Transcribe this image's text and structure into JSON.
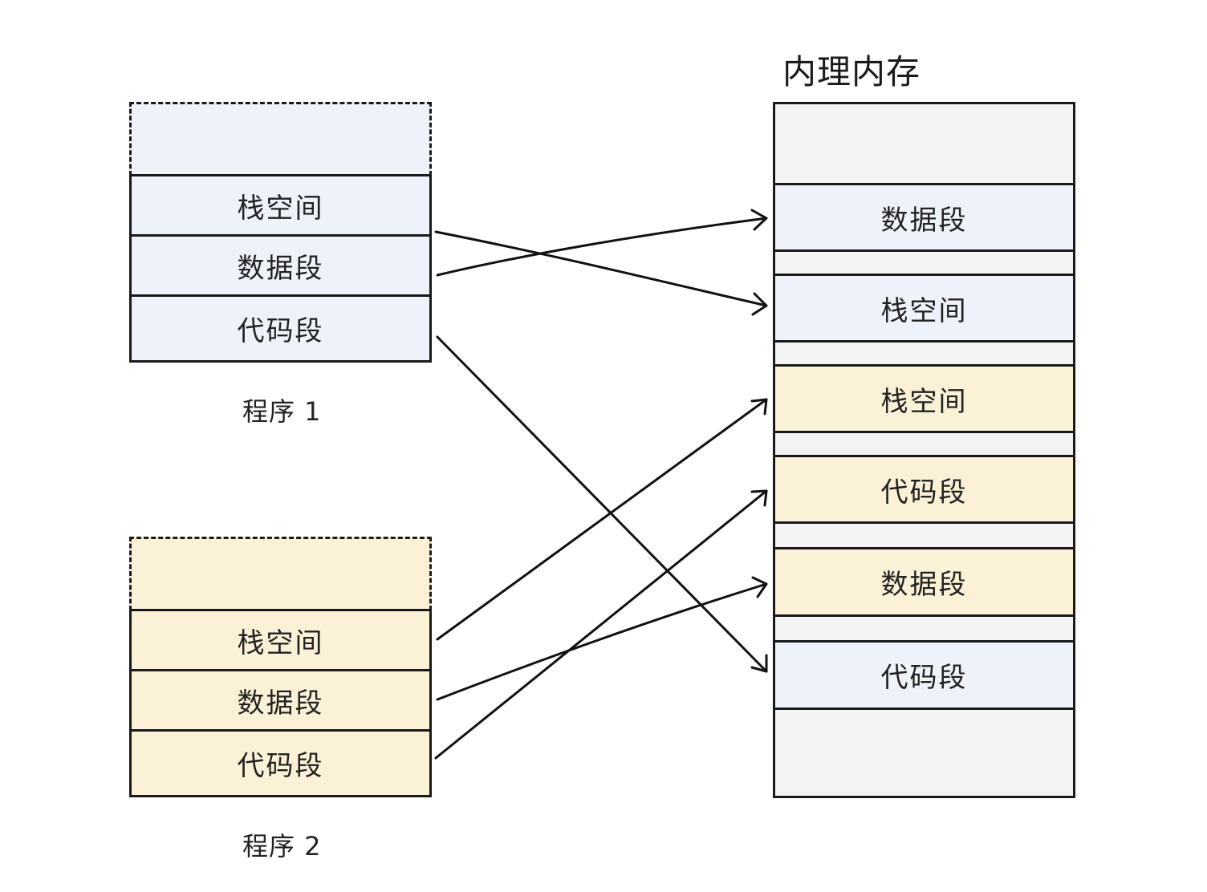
{
  "physical_memory": {
    "title": "内理内存",
    "slots": [
      {
        "label": "",
        "color": "#f3f3f3"
      },
      {
        "label": "数据段",
        "owner": "程序 1",
        "color": "#eef2fb"
      },
      {
        "label": "",
        "color": "#f3f3f3"
      },
      {
        "label": "栈空间",
        "owner": "程序 1",
        "color": "#eef2fb"
      },
      {
        "label": "",
        "color": "#f3f3f3"
      },
      {
        "label": "栈空间",
        "owner": "程序 2",
        "color": "#fbf1d6"
      },
      {
        "label": "",
        "color": "#f3f3f3"
      },
      {
        "label": "代码段",
        "owner": "程序 2",
        "color": "#fbf1d6"
      },
      {
        "label": "",
        "color": "#f3f3f3"
      },
      {
        "label": "数据段",
        "owner": "程序 2",
        "color": "#fbf1d6"
      },
      {
        "label": "",
        "color": "#f3f3f3"
      },
      {
        "label": "代码段",
        "owner": "程序 1",
        "color": "#eef2fb"
      },
      {
        "label": "",
        "color": "#f3f3f3"
      }
    ]
  },
  "program1": {
    "caption": "程序 1",
    "segments": [
      "栈空间",
      "数据段",
      "代码段"
    ],
    "color": "#eef2fb"
  },
  "program2": {
    "caption": "程序 2",
    "segments": [
      "栈空间",
      "数据段",
      "代码段"
    ],
    "color": "#fbf1d6"
  },
  "mappings": [
    {
      "from": "程序 1 栈空间",
      "to": "栈空间"
    },
    {
      "from": "程序 1 数据段",
      "to": "数据段"
    },
    {
      "from": "程序 1 代码段",
      "to": "代码段"
    },
    {
      "from": "程序 2 栈空间",
      "to": "栈空间"
    },
    {
      "from": "程序 2 数据段",
      "to": "数据段"
    },
    {
      "from": "程序 2 代码段",
      "to": "代码段"
    }
  ]
}
